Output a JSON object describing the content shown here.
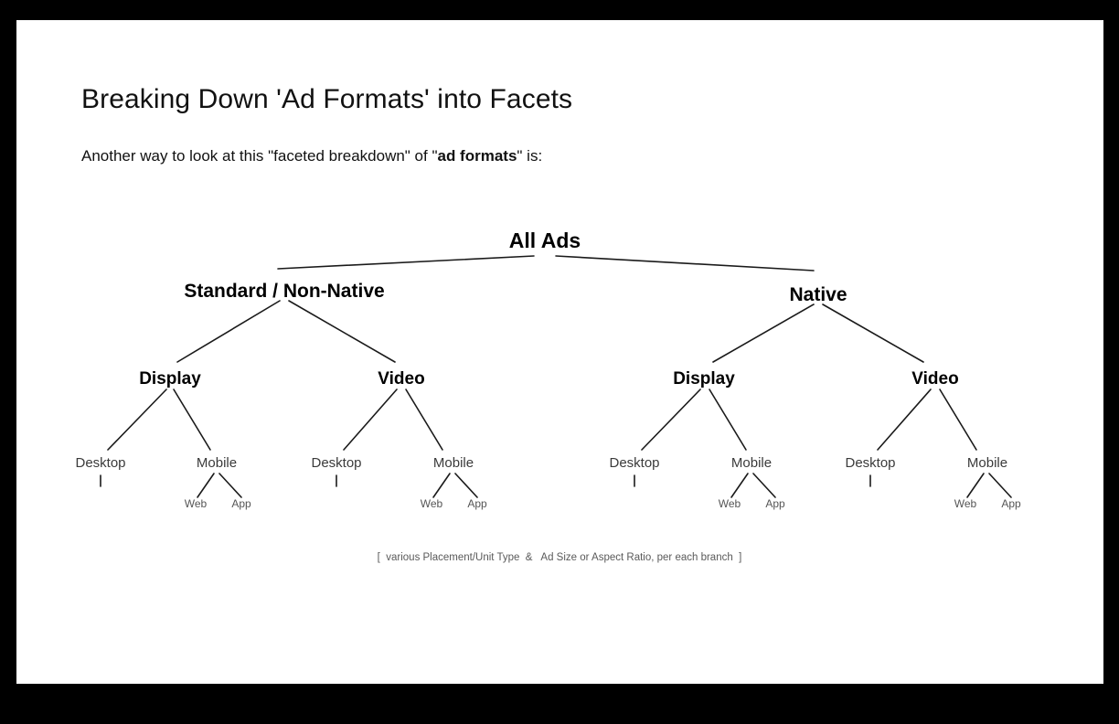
{
  "slide": {
    "title": "Breaking Down 'Ad Formats' into Facets",
    "subtitle_prefix": "Another way to look at this \"faceted breakdown\" of \"",
    "subtitle_bold": "ad formats",
    "subtitle_suffix": "\" is:",
    "background_color": "#ffffff",
    "border_color": "#000000"
  },
  "tree": {
    "root": {
      "label": "All Ads"
    },
    "level1": [
      {
        "label": "Standard / Non-Native"
      },
      {
        "label": "Native"
      }
    ],
    "level2": [
      {
        "label": "Display",
        "parent": "Standard / Non-Native"
      },
      {
        "label": "Video",
        "parent": "Standard / Non-Native"
      },
      {
        "label": "Display",
        "parent": "Native"
      },
      {
        "label": "Video",
        "parent": "Native"
      }
    ],
    "level3": [
      {
        "label": "Desktop"
      },
      {
        "label": "Mobile"
      },
      {
        "label": "Desktop"
      },
      {
        "label": "Mobile"
      },
      {
        "label": "Desktop"
      },
      {
        "label": "Mobile"
      },
      {
        "label": "Desktop"
      },
      {
        "label": "Mobile"
      }
    ],
    "level4": [
      {
        "label": "Web"
      },
      {
        "label": "App"
      },
      {
        "label": "Web"
      },
      {
        "label": "App"
      },
      {
        "label": "Web"
      },
      {
        "label": "App"
      },
      {
        "label": "Web"
      },
      {
        "label": "App"
      }
    ],
    "caption": "[  various Placement/Unit Type  &   Ad Size or Aspect Ratio, per each branch  ]",
    "line_color": "#1a1a1a"
  }
}
